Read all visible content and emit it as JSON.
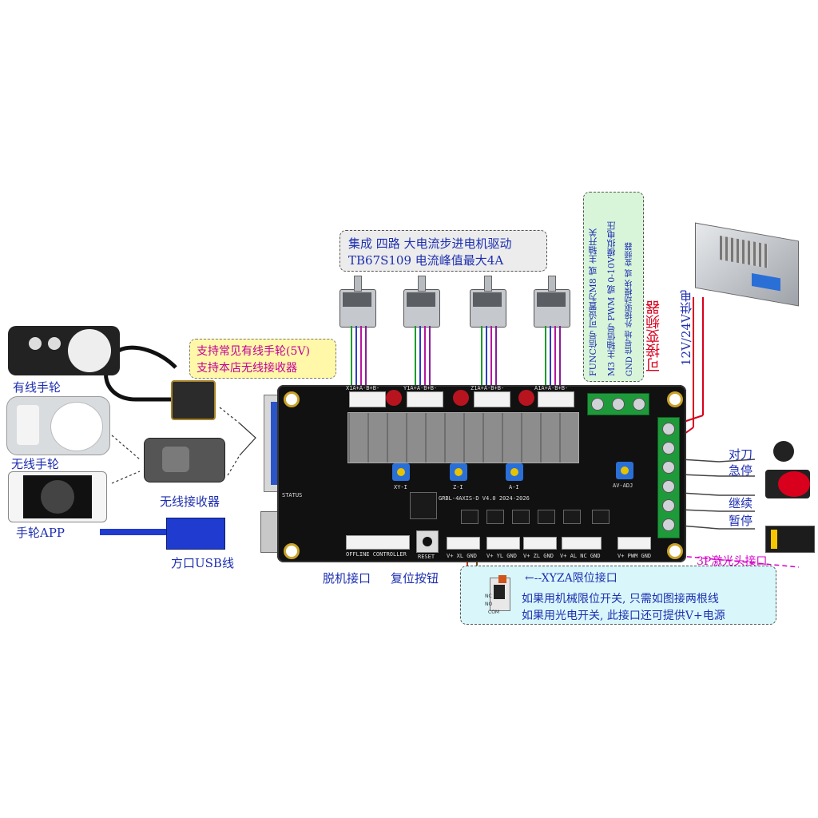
{
  "callouts": {
    "motor_driver": [
      "集成  四路  大电流步进电机驱动",
      "TB67S109  电流峰值最大4A"
    ],
    "handwheel_support": [
      "支持常见有线手轮(5V)",
      "支持本店无线接收器"
    ],
    "spindle_box": {
      "col1": "FUNC信号  可设置为M8 或 主轴开关",
      "col2": "M3  主轴信号  PWM 或  0-10V模拟电压",
      "col3": "GND  信号地    外接驱动模块 或  变频器"
    },
    "vfd_label": "可接变频器",
    "power_label": "12V/24V供电",
    "limit_box": {
      "title": "←--XYZA限位接口",
      "line1": "如果用机械限位开关, 只需如图接两根线",
      "line2": "如果用光电开关, 此接口还可提供V+电源"
    }
  },
  "left_labels": {
    "wired_handwheel": "有线手轮",
    "wireless_handwheel": "无线手轮",
    "handwheel_app": "手轮APP",
    "wireless_receiver": "无线接收器",
    "usb_cable": "方口USB线"
  },
  "bottom_labels": {
    "offline_port": "脱机接口",
    "reset_button": "复位按钮"
  },
  "right_labels": {
    "probe": "对刀",
    "estop": "急停",
    "resume": "继续",
    "pause": "暂停",
    "laser_port": "3P激光头接口"
  },
  "board_silk": {
    "title": "GRBL-4AXIS-D V4.0 2024-2026",
    "status": "STATUS",
    "offline": "OFFLINE CONTROLLER",
    "reset": "RESET",
    "pots": [
      "XY-I",
      "Z-I",
      "A-I",
      "AV-ADJ"
    ],
    "limit_x": "V+ XL GND",
    "limit_y": "V+ YL GND",
    "limit_z": "V+ ZL GND",
    "limit_a": "V+ AL NC GND",
    "pwm": "V+ PWM GND",
    "motor_headers": [
      "X1A+A-B+B-",
      "Y1A+A-B+B-",
      "Z1A+A-B+B-",
      "A1A+A-B+B-"
    ],
    "switch_pins": [
      "NC",
      "NO",
      "COM"
    ]
  },
  "colors": {
    "board": "#111111",
    "text_blue": "#1d2fb0",
    "red_label": "#d8001c",
    "callout_yellow": "#fff8a8",
    "callout_green": "#d9f5d9",
    "callout_cyan": "#d9f7fb",
    "callout_gray": "#ececec",
    "laser_pink": "#d400c8"
  }
}
